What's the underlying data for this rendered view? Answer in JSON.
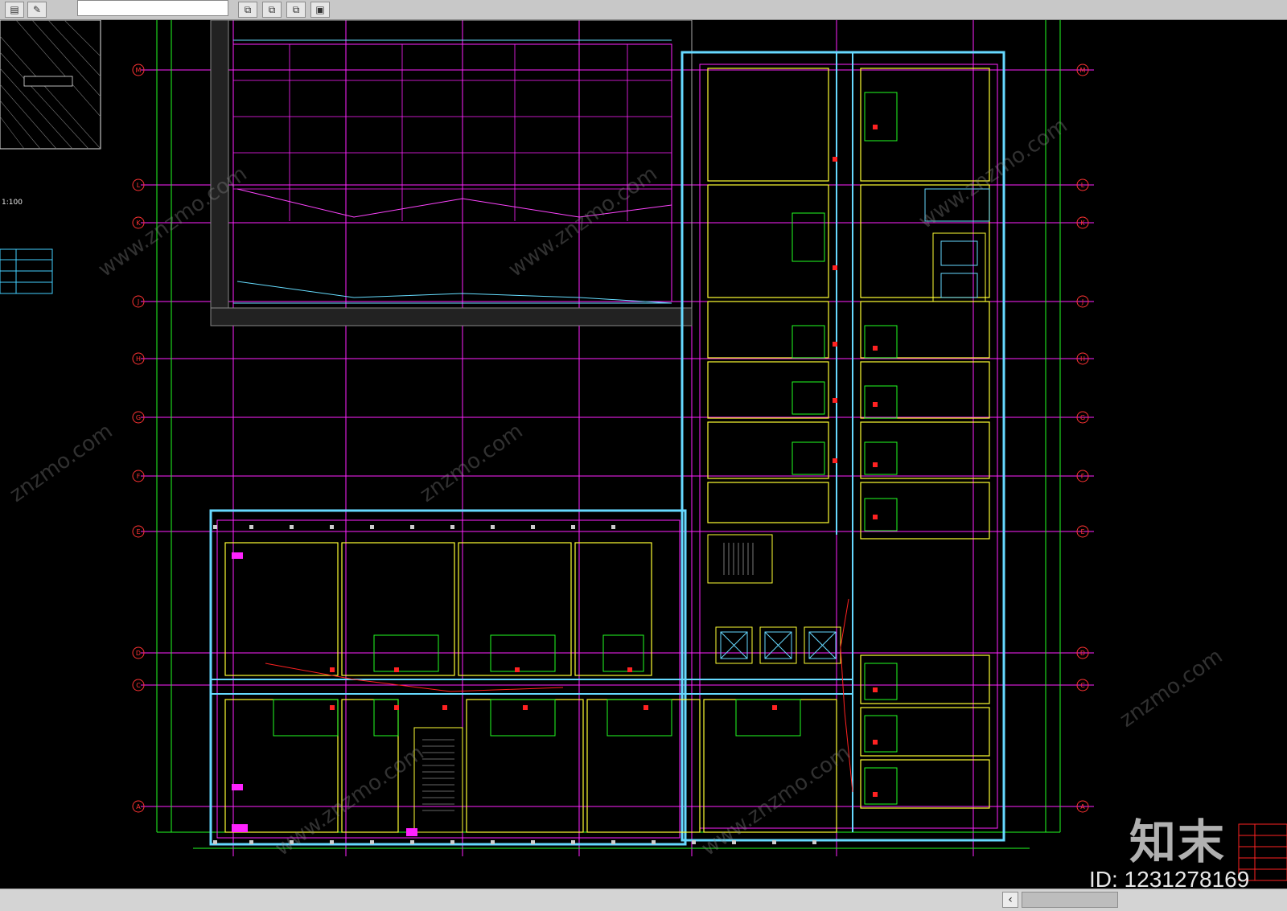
{
  "toolbar": {
    "input_value": "",
    "left_icons": [
      "layers-icon",
      "pencil-icon"
    ],
    "right_icons": [
      "copy-icon",
      "copy-icon",
      "copy-icon",
      "paste-icon"
    ]
  },
  "drawing": {
    "scale_text": "1:100",
    "axis_labels_left": [
      "M",
      "L",
      "K",
      "J",
      "H",
      "G",
      "F",
      "E",
      "D",
      "C",
      "A"
    ],
    "axis_labels_right": [
      "M",
      "L",
      "K",
      "J",
      "H",
      "G",
      "F",
      "E",
      "D",
      "C",
      "A"
    ]
  },
  "watermark": {
    "logo_text": "知末",
    "id_text": "ID: 1231278169"
  },
  "colors": {
    "background": "#000000",
    "magenta": "#ff22ff",
    "green": "#22ff22",
    "yellow": "#ffff33",
    "cyan": "#66d9ff",
    "red": "#ff2222",
    "white": "#e6e6e6"
  }
}
